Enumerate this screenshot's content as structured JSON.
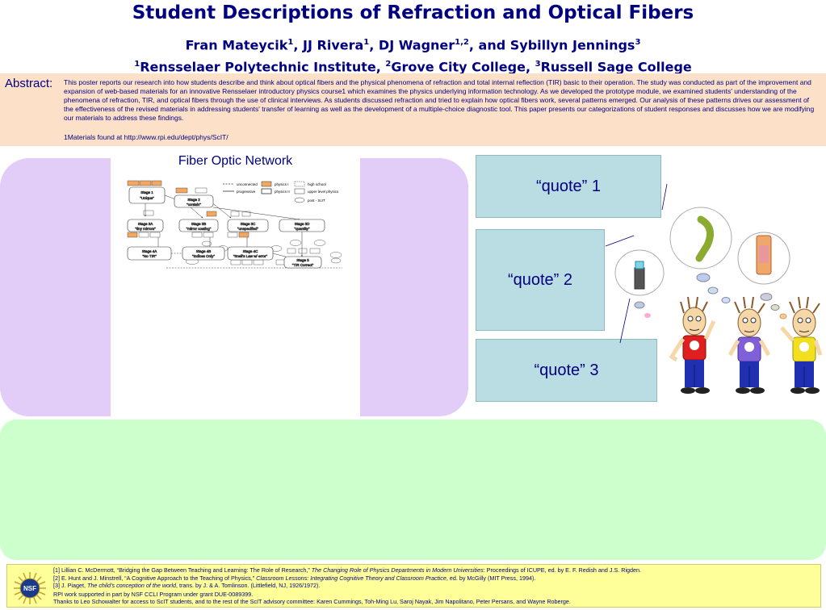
{
  "header": {
    "title": "Student Descriptions of Refraction and Optical Fibers",
    "authors": [
      {
        "name": "Fran Mateycik",
        "sup": "1",
        "sep": ", "
      },
      {
        "name": "JJ Rivera",
        "sup": "1",
        "sep": ", "
      },
      {
        "name": "DJ Wagner",
        "sup": "1,2",
        "sep": ", and "
      },
      {
        "name": "Sybillyn Jennings",
        "sup": "3",
        "sep": ""
      }
    ],
    "affiliations": [
      {
        "sup": "1",
        "name": "Rensselaer Polytechnic Institute",
        "sep": ", "
      },
      {
        "sup": "2",
        "name": "Grove City College",
        "sep": ", "
      },
      {
        "sup": "3",
        "name": "Russell Sage College",
        "sep": ""
      }
    ]
  },
  "abstract": {
    "label": "Abstract:",
    "text": "This poster reports our research into how students describe and think about optical fibers and the physical phenomena of refraction and total internal reflection (TIR) basic to their operation. The study was conducted as part of the improvement and expansion of web-based materials for an innovative Rensselaer introductory physics course1 which examines the physics underlying information technology. As we developed the prototype module, we examined students' understanding of the phenomena of refraction, TIR, and optical fibers through the use of clinical interviews. As students discussed refraction and tried to explain how optical fibers work, several patterns emerged. Our analysis of these patterns drives our assessment of the effectiveness of the revised materials in addressing students' transfer of learning as well as the development of a multiple-choice diagnostic tool. This paper presents our categorizations of student responses and discusses how we are modifying our materials to address these findings.",
    "note": "1Materials found at http://www.rpi.edu/dept/phys/ScIT/"
  },
  "network": {
    "title": "Fiber Optic Network",
    "legend": [
      "unconnected",
      "progressive",
      "physics I",
      "physics II",
      "high school",
      "upper level physics",
      "post - ScIT"
    ],
    "stages": [
      {
        "name": "Stage 1",
        "desc": "\"Unique\""
      },
      {
        "name": "Stage 2",
        "desc": "\"contain\""
      },
      {
        "name": "Stage 3A",
        "desc": "\"tiny mirrors\""
      },
      {
        "name": "Stage 3B",
        "desc": "\"mirror coating\""
      },
      {
        "name": "Stage 3C",
        "desc": "\"unspecified\""
      },
      {
        "name": "Stage 3D",
        "desc": "\"quantity\""
      },
      {
        "name": "Stage 4A",
        "desc": "\"No TIR\""
      },
      {
        "name": "Stage 4B",
        "desc": "\"Indices Only\""
      },
      {
        "name": "Stage 4C",
        "desc": "\"Snell's Law w/ error\""
      },
      {
        "name": "Stage 5",
        "desc": "\"TIR Correct\""
      }
    ]
  },
  "quotes": [
    "“quote” 1",
    "“quote” 2",
    "“quote” 3"
  ],
  "references": [
    {
      "text": "[1] Lillian C. McDermott, “Bridging the Gap Between Teaching and Learning:  The Role of Research,” ",
      "italic": "The Changing Role of Physics Departments in Modern Universities",
      "rest": ":  Proceedings of ICUPE, ed. by E. F. Redish and J.S. Rigden."
    },
    {
      "text": "[2] E. Hunt and J. Minstrell, “A Cognitive Approach to the Teaching of Physics,” ",
      "italic": "Classroom Lessons: Integrating Cognitive Theory and Classroom Practice",
      "rest": ", ed. by McGilly (MIT Press, 1994)."
    },
    {
      "text": "[3] J. Piaget, ",
      "italic": "The child's conception of the world",
      "rest": ", trans. by J. & A. Tomlinson. (Littlefield, NJ, 1926/1972)."
    }
  ],
  "acknowledgments": [
    "RPI work supported in part by NSF CCLI Program under grant DUE-0089399.",
    "Thanks to Leo Schowalter for access to ScIT students, and to the rest of the ScIT advisory committee:  Karen Cummings, Toh-Ming Lu, Saroj Nayak, Jim Napolitano, Peter Persans, and Wayne Roberge."
  ],
  "logo": {
    "text": "NSF"
  },
  "colors": {
    "navy": "#000080",
    "abstract_bg": "#fde0c8",
    "lavender": "#e2ccf8",
    "quote_bg": "#b9dde2",
    "green": "#ccffcc",
    "refs_bg": "#ffff99"
  }
}
